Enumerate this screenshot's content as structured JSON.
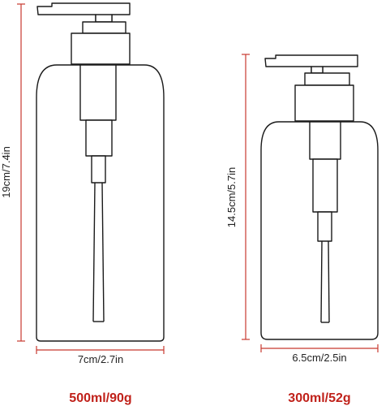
{
  "colors": {
    "outline": "#1a1a1a",
    "dimension_line": "#c8382f",
    "caption": "#c0211a",
    "text": "#222222"
  },
  "products": [
    {
      "id": "large",
      "height_label": "19cm/7.4in",
      "width_label": "7cm/2.7in",
      "caption": "500ml/90g"
    },
    {
      "id": "small",
      "height_label": "14.5cm/5.7in",
      "width_label": "6.5cm/2.5in",
      "caption": "300ml/52g"
    }
  ]
}
